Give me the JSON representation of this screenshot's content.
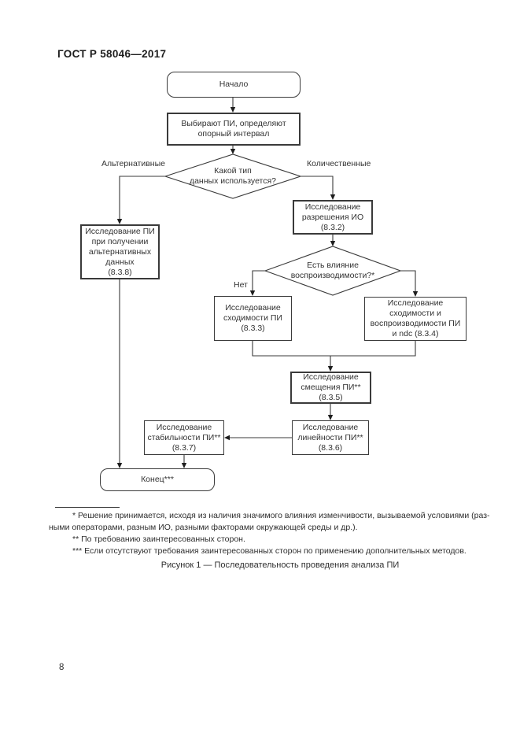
{
  "page": {
    "header": "ГОСТ Р 58046—2017",
    "caption": "Рисунок 1 — Последовательность проведения анализа ПИ",
    "page_number": "8"
  },
  "colors": {
    "ink": "#3a3a3a",
    "paper": "#ffffff"
  },
  "flowchart": {
    "start": {
      "label": "Начало"
    },
    "select_pi": {
      "lines": [
        "Выбирают ПИ, определяют",
        "опорный интервал"
      ]
    },
    "decision_data_type": {
      "lines": [
        "Какой тип",
        "данных используется?"
      ]
    },
    "labels": {
      "alternative": "Альтернативные",
      "quantitative": "Количественные",
      "no": "Нет"
    },
    "box_8_3_8": {
      "lines": [
        "Исследование ПИ",
        "при получении",
        "альтернативных",
        "данных",
        "(8.3.8)"
      ]
    },
    "box_8_3_2": {
      "lines": [
        "Исследование",
        "разрешения ИО",
        "(8.3.2)"
      ]
    },
    "decision_reproducibility": {
      "lines": [
        "Есть влияние",
        "воспроизводимости?*"
      ]
    },
    "box_8_3_3": {
      "lines": [
        "Исследование",
        "сходимости ПИ",
        "(8.3.3)"
      ]
    },
    "box_8_3_4": {
      "lines": [
        "Исследование",
        "сходимости и",
        "воспроизводимости ПИ",
        "и ndc (8.3.4)"
      ]
    },
    "box_8_3_5": {
      "lines": [
        "Исследование",
        "смещения ПИ**",
        "(8.3.5)"
      ]
    },
    "box_8_3_6": {
      "lines": [
        "Исследование",
        "линейности ПИ**",
        "(8.3.6)"
      ]
    },
    "box_8_3_7": {
      "lines": [
        "Исследование",
        "стабильности ПИ**",
        "(8.3.7)"
      ]
    },
    "end": {
      "label": "Конец***"
    }
  },
  "footnotes": [
    {
      "lines": [
        "* Решение принимается, исходя из наличия значимого влияния изменчивости, вызываемой условиями (раз-",
        "ными операторами, разным ИО, разными факторами окружающей среды и др.)."
      ]
    },
    {
      "lines": [
        "** По требованию заинтересованных сторон."
      ]
    },
    {
      "lines": [
        "*** Если отсутствуют требования заинтересованных сторон по применению дополнительных методов."
      ]
    }
  ]
}
